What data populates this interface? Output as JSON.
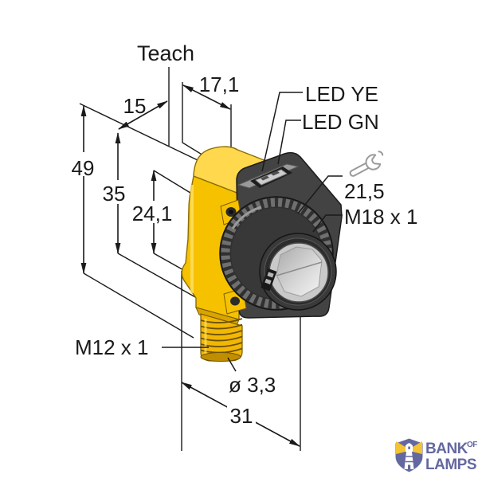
{
  "page": {
    "type": "technical-dimensional-drawing",
    "subject": "Photoelectric sensor with teach button, M18 threaded lens and M12 connector",
    "background": "#ffffff"
  },
  "drawing": {
    "callouts": {
      "teach": "Teach",
      "led_yellow": "LED YE",
      "led_green": "LED GN",
      "wrench_size": "21,5",
      "lens_thread": "M18 x 1",
      "connector_thread": "M12 x 1",
      "hole_diameter": "ø 3,3"
    },
    "dimensions": {
      "overall_height": "49",
      "body_height": "35",
      "lens_center_height": "24,1",
      "head_depth": "17,1",
      "teach_offset": "15",
      "overall_depth": "31"
    },
    "icons": {
      "wrench": "wrench-icon"
    },
    "colors": {
      "body_yellow": "#f6c200",
      "body_yellow_light": "#ffd84e",
      "body_yellow_dark": "#d9a400",
      "thread_yellow": "#f2b705",
      "thread_cap": "#c08e00",
      "head_dark": "#434343",
      "head_bevel_gray": "#9a9a9a",
      "lens_gray": "#c9c9c9",
      "line": "#1a1a1a"
    }
  },
  "watermark": {
    "brand_top": "BANK",
    "brand_of": "OF",
    "brand_bottom": "LAMPS",
    "purple": "#6468a0",
    "beam_yellow": "#f2c335"
  }
}
